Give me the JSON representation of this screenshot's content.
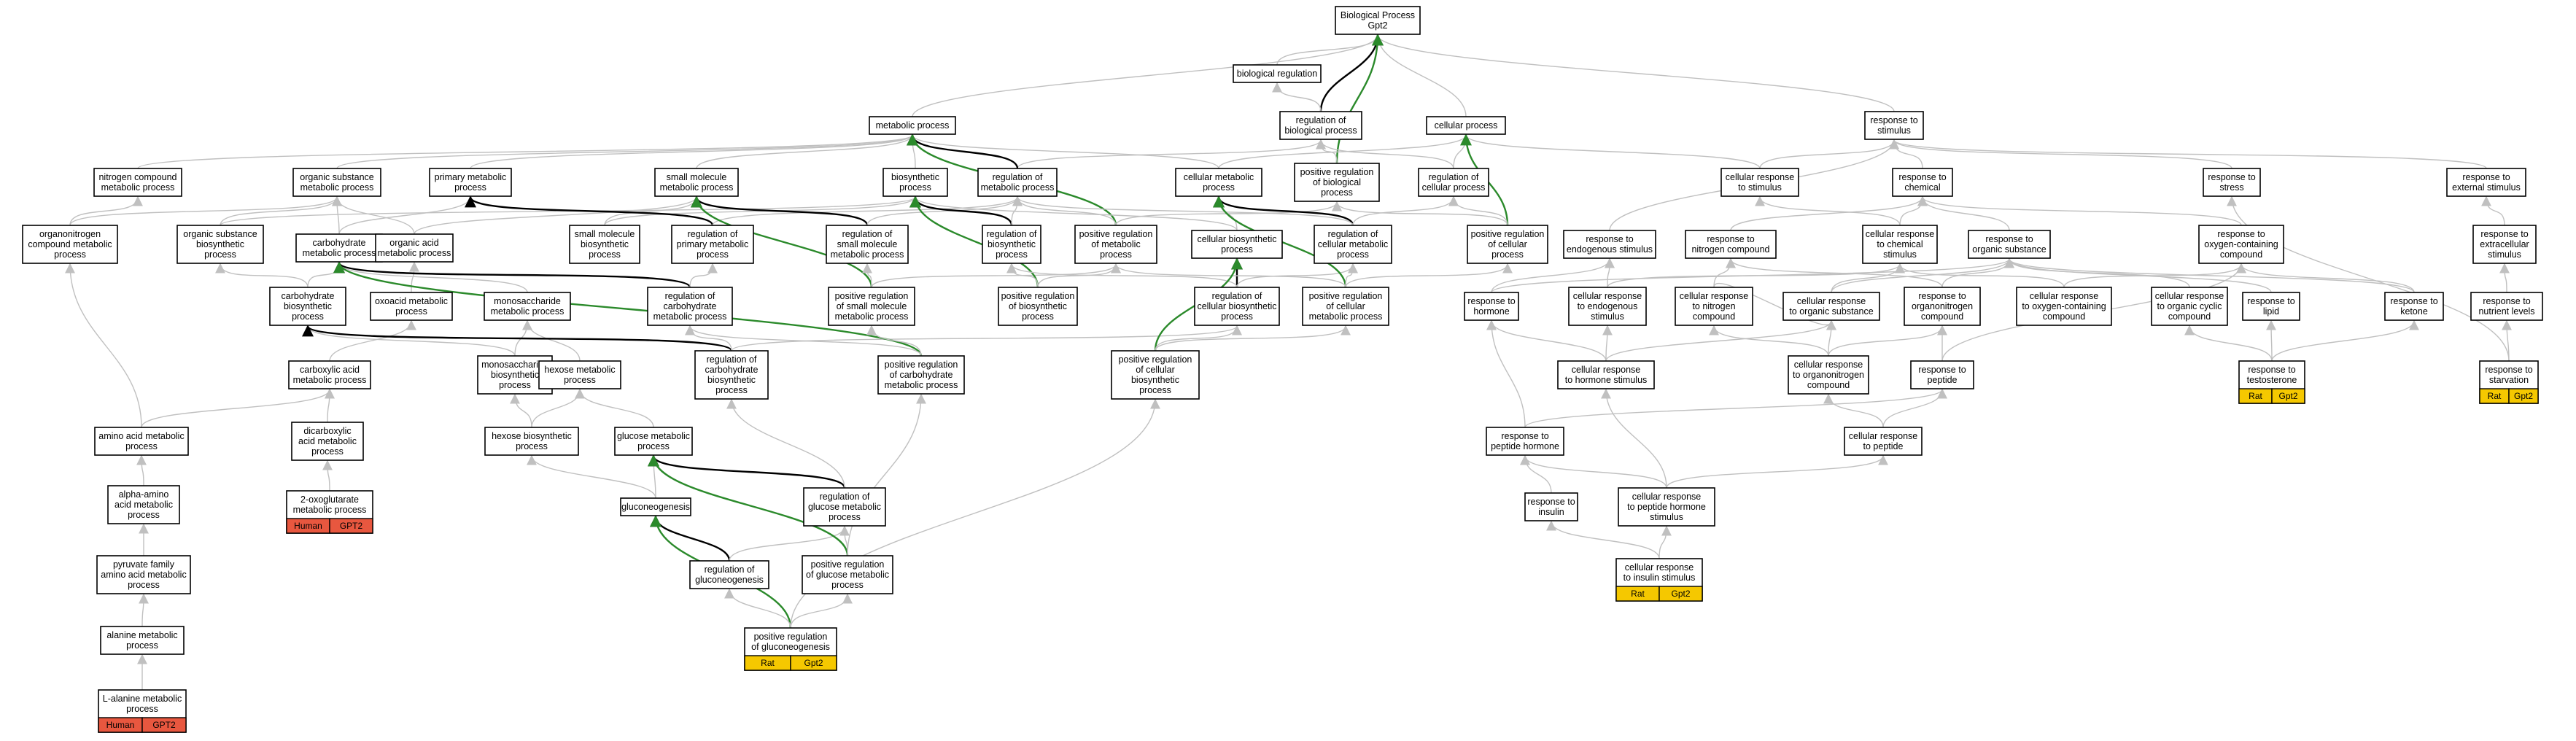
{
  "colors": {
    "human": "#e8573f",
    "rat": "#f5c800",
    "positive": "#2b8a2b",
    "regulates": "#000000",
    "is_a": "#c0c0c0"
  },
  "nodes": [
    {
      "id": "root",
      "lines": [
        "Biological Process",
        "Gpt2"
      ]
    },
    {
      "id": "bioreg",
      "lines": [
        "biological regulation"
      ]
    },
    {
      "id": "regbio",
      "lines": [
        "regulation of",
        "biological process"
      ]
    },
    {
      "id": "metab",
      "lines": [
        "metabolic process"
      ]
    },
    {
      "id": "cellproc",
      "lines": [
        "cellular process"
      ]
    },
    {
      "id": "respstim",
      "lines": [
        "response to",
        "stimulus"
      ]
    },
    {
      "id": "nitro",
      "lines": [
        "nitrogen compound",
        "metabolic process"
      ]
    },
    {
      "id": "orgsub",
      "lines": [
        "organic substance",
        "metabolic process"
      ]
    },
    {
      "id": "primary",
      "lines": [
        "primary metabolic",
        "process"
      ]
    },
    {
      "id": "smallmol",
      "lines": [
        "small molecule",
        "metabolic process"
      ]
    },
    {
      "id": "biosyn",
      "lines": [
        "biosynthetic",
        "process"
      ]
    },
    {
      "id": "regmetab",
      "lines": [
        "regulation of",
        "metabolic process"
      ]
    },
    {
      "id": "cellmetab",
      "lines": [
        "cellular metabolic",
        "process"
      ]
    },
    {
      "id": "posregbio",
      "lines": [
        "positive regulation",
        "of biological",
        "process"
      ]
    },
    {
      "id": "regcell",
      "lines": [
        "regulation of",
        "cellular process"
      ]
    },
    {
      "id": "cellrespstim",
      "lines": [
        "cellular response",
        "to stimulus"
      ]
    },
    {
      "id": "respchem",
      "lines": [
        "response to",
        "chemical"
      ]
    },
    {
      "id": "respstress",
      "lines": [
        "response to",
        "stress"
      ]
    },
    {
      "id": "respext",
      "lines": [
        "response to",
        "external stimulus"
      ]
    },
    {
      "id": "orgnitro",
      "lines": [
        "organonitrogen",
        "compound metabolic",
        "process"
      ]
    },
    {
      "id": "orgsubbio",
      "lines": [
        "organic substance",
        "biosynthetic",
        "process"
      ]
    },
    {
      "id": "carbo",
      "lines": [
        "carbohydrate",
        "metabolic process"
      ]
    },
    {
      "id": "orgacid",
      "lines": [
        "organic acid",
        "metabolic process"
      ]
    },
    {
      "id": "smallmolbio",
      "lines": [
        "small molecule",
        "biosynthetic",
        "process"
      ]
    },
    {
      "id": "regprim",
      "lines": [
        "regulation of",
        "primary metabolic",
        "process"
      ]
    },
    {
      "id": "regsmall",
      "lines": [
        "regulation of",
        "small molecule",
        "metabolic process"
      ]
    },
    {
      "id": "regbiosyn",
      "lines": [
        "regulation of",
        "biosynthetic",
        "process"
      ]
    },
    {
      "id": "posregmetab",
      "lines": [
        "positive regulation",
        "of metabolic",
        "process"
      ]
    },
    {
      "id": "cellbiosyn",
      "lines": [
        "cellular biosynthetic",
        "process"
      ]
    },
    {
      "id": "regcellmetab",
      "lines": [
        "regulation of",
        "cellular metabolic",
        "process"
      ]
    },
    {
      "id": "posregcell",
      "lines": [
        "positive regulation",
        "of cellular",
        "process"
      ]
    },
    {
      "id": "respendo",
      "lines": [
        "response to",
        "endogenous stimulus"
      ]
    },
    {
      "id": "respnitro",
      "lines": [
        "response to",
        "nitrogen compound"
      ]
    },
    {
      "id": "cellrespchem",
      "lines": [
        "cellular response",
        "to chemical",
        "stimulus"
      ]
    },
    {
      "id": "resporg",
      "lines": [
        "response to",
        "organic substance"
      ]
    },
    {
      "id": "respoxy",
      "lines": [
        "response to",
        "oxygen-containing",
        "compound"
      ]
    },
    {
      "id": "respextcell",
      "lines": [
        "response to",
        "extracellular",
        "stimulus"
      ]
    },
    {
      "id": "carbobio",
      "lines": [
        "carbohydrate",
        "biosynthetic",
        "process"
      ]
    },
    {
      "id": "oxoacid",
      "lines": [
        "oxoacid metabolic",
        "process"
      ]
    },
    {
      "id": "monosac",
      "lines": [
        "monosaccharide",
        "metabolic process"
      ]
    },
    {
      "id": "regcarbo",
      "lines": [
        "regulation of",
        "carbohydrate",
        "metabolic process"
      ]
    },
    {
      "id": "posregsmall",
      "lines": [
        "positive regulation",
        "of small molecule",
        "metabolic process"
      ]
    },
    {
      "id": "posregbiosyn",
      "lines": [
        "positive regulation",
        "of biosynthetic",
        "process"
      ]
    },
    {
      "id": "regcellbiosyn",
      "lines": [
        "regulation of",
        "cellular biosynthetic",
        "process"
      ]
    },
    {
      "id": "posregcellmetab",
      "lines": [
        "positive regulation",
        "of cellular",
        "metabolic process"
      ]
    },
    {
      "id": "resphorm",
      "lines": [
        "response to",
        "hormone"
      ]
    },
    {
      "id": "cellrespendo",
      "lines": [
        "cellular response",
        "to endogenous",
        "stimulus"
      ]
    },
    {
      "id": "cellrespnitro",
      "lines": [
        "cellular response",
        "to nitrogen",
        "compound"
      ]
    },
    {
      "id": "cellresporg",
      "lines": [
        "cellular response",
        "to organic substance"
      ]
    },
    {
      "id": "resporgnitro",
      "lines": [
        "response to",
        "organonitrogen",
        "compound"
      ]
    },
    {
      "id": "cellrespoxy",
      "lines": [
        "cellular response",
        "to oxygen-containing",
        "compound"
      ]
    },
    {
      "id": "cellrespcyclic",
      "lines": [
        "cellular response",
        "to organic cyclic",
        "compound"
      ]
    },
    {
      "id": "resplipid",
      "lines": [
        "response to",
        "lipid"
      ]
    },
    {
      "id": "respketone",
      "lines": [
        "response to",
        "ketone"
      ]
    },
    {
      "id": "respnutrient",
      "lines": [
        "response to",
        "nutrient levels"
      ]
    },
    {
      "id": "carboxy",
      "lines": [
        "carboxylic acid",
        "metabolic process"
      ]
    },
    {
      "id": "monosacbio",
      "lines": [
        "monosaccharide",
        "biosynthetic",
        "process"
      ]
    },
    {
      "id": "hexose",
      "lines": [
        "hexose metabolic",
        "process"
      ]
    },
    {
      "id": "regcarbobio",
      "lines": [
        "regulation of",
        "carbohydrate",
        "biosynthetic",
        "process"
      ]
    },
    {
      "id": "posregcarbo",
      "lines": [
        "positive regulation",
        "of carbohydrate",
        "metabolic process"
      ]
    },
    {
      "id": "posregcellbiosyn",
      "lines": [
        "positive regulation",
        "of cellular",
        "biosynthetic",
        "process"
      ]
    },
    {
      "id": "cellresphorm",
      "lines": [
        "cellular response",
        "to hormone stimulus"
      ]
    },
    {
      "id": "cellresporgnitro",
      "lines": [
        "cellular response",
        "to organonitrogen",
        "compound"
      ]
    },
    {
      "id": "resppeptide",
      "lines": [
        "response to",
        "peptide"
      ]
    },
    {
      "id": "resptesto",
      "lines": [
        "response to",
        "testosterone"
      ],
      "annotation": [
        "Rat",
        "Gpt2"
      ],
      "ann_color": "rat"
    },
    {
      "id": "respstarv",
      "lines": [
        "response to",
        "starvation"
      ],
      "annotation": [
        "Rat",
        "Gpt2"
      ],
      "ann_color": "rat"
    },
    {
      "id": "aminoacid",
      "lines": [
        "amino acid metabolic",
        "process"
      ]
    },
    {
      "id": "dicarbox",
      "lines": [
        "dicarboxylic",
        "acid metabolic",
        "process"
      ]
    },
    {
      "id": "hexosebio",
      "lines": [
        "hexose biosynthetic",
        "process"
      ]
    },
    {
      "id": "glucose",
      "lines": [
        "glucose metabolic",
        "process"
      ]
    },
    {
      "id": "respphorm",
      "lines": [
        "response to",
        "peptide hormone"
      ]
    },
    {
      "id": "cellresppep",
      "lines": [
        "cellular response",
        "to peptide"
      ]
    },
    {
      "id": "oxoglut",
      "lines": [
        "2-oxoglutarate",
        "metabolic process"
      ],
      "annotation": [
        "Human",
        "GPT2"
      ],
      "ann_color": "human"
    },
    {
      "id": "alphaamino",
      "lines": [
        "alpha-amino",
        "acid metabolic",
        "process"
      ]
    },
    {
      "id": "gluconeo",
      "lines": [
        "gluconeogenesis"
      ]
    },
    {
      "id": "regglucose",
      "lines": [
        "regulation of",
        "glucose metabolic",
        "process"
      ]
    },
    {
      "id": "respinsulin",
      "lines": [
        "response to",
        "insulin"
      ]
    },
    {
      "id": "cellresppephorm",
      "lines": [
        "cellular response",
        "to peptide hormone",
        "stimulus"
      ]
    },
    {
      "id": "pyruvate",
      "lines": [
        "pyruvate family",
        "amino acid metabolic",
        "process"
      ]
    },
    {
      "id": "reggluconeo",
      "lines": [
        "regulation of",
        "gluconeogenesis"
      ]
    },
    {
      "id": "posregglucose",
      "lines": [
        "positive regulation",
        "of glucose metabolic",
        "process"
      ]
    },
    {
      "id": "cellrespinsulin",
      "lines": [
        "cellular response",
        "to insulin stimulus"
      ],
      "annotation": [
        "Rat",
        "Gpt2"
      ],
      "ann_color": "rat"
    },
    {
      "id": "alanine",
      "lines": [
        "alanine metabolic",
        "process"
      ]
    },
    {
      "id": "posreggluconeo",
      "lines": [
        "positive regulation",
        "of gluconeogenesis"
      ],
      "annotation": [
        "Rat",
        "Gpt2"
      ],
      "ann_color": "rat"
    },
    {
      "id": "lalanine",
      "lines": [
        "L-alanine metabolic",
        "process"
      ],
      "annotation": [
        "Human",
        "GPT2"
      ],
      "ann_color": "human"
    }
  ]
}
